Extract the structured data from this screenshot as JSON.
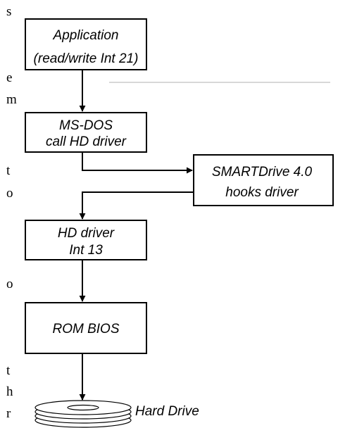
{
  "boxes": {
    "application": {
      "line1": "Application",
      "line2": "(read/write Int 21)"
    },
    "msdos": {
      "line1": "MS-DOS",
      "line2": "call HD driver"
    },
    "smartdrive": {
      "line1": "SMARTDrive 4.0",
      "line2": "hooks driver"
    },
    "hd_driver": {
      "line1": "HD driver",
      "line2": "Int 13"
    },
    "rom_bios": {
      "line1": "ROM BIOS"
    }
  },
  "hard_drive_label": "Hard Drive",
  "margin_fragments": [
    "s",
    "e",
    "m",
    "t",
    "o",
    "o",
    "t",
    "h",
    "r"
  ]
}
